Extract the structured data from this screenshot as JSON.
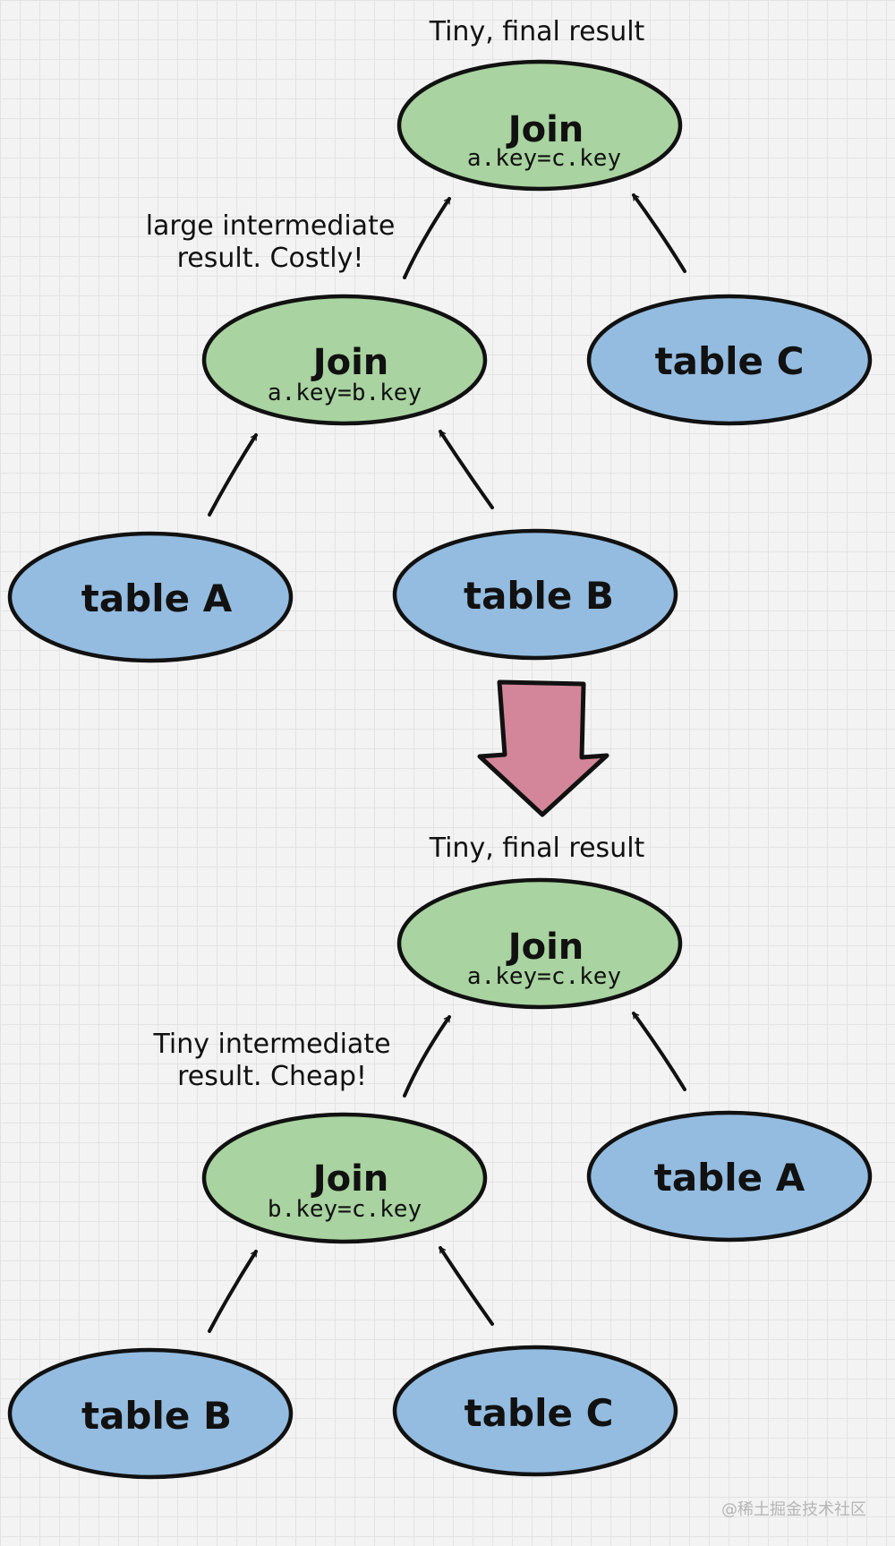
{
  "colors": {
    "join_fill": "#a9d3a0",
    "table_fill": "#94bce0",
    "transform_arrow": "#d3869a",
    "stroke": "#111111"
  },
  "plan_before": {
    "annotation_top": "Tiny, final result",
    "root_join": {
      "title": "Join",
      "condition": "a.key=c.key"
    },
    "annotation_mid": [
      "large intermediate",
      "result. Costly!"
    ],
    "inner_join": {
      "title": "Join",
      "condition": "a.key=b.key"
    },
    "right_table": "table C",
    "left_leaf": "table A",
    "right_leaf": "table B"
  },
  "transform_arrow_icon": "down-arrow-icon",
  "plan_after": {
    "annotation_top": "Tiny, final result",
    "root_join": {
      "title": "Join",
      "condition": "a.key=c.key"
    },
    "annotation_mid": [
      "Tiny intermediate",
      "result. Cheap!"
    ],
    "inner_join": {
      "title": "Join",
      "condition": "b.key=c.key"
    },
    "right_table": "table A",
    "left_leaf": "table B",
    "right_leaf": "table C"
  },
  "watermark": "@稀土掘金技术社区"
}
